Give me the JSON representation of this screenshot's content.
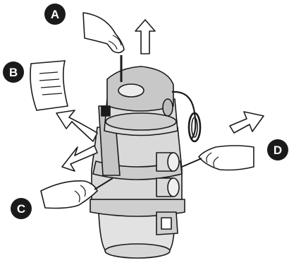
{
  "callouts": [
    {
      "letter": "A"
    },
    {
      "letter": "B"
    },
    {
      "letter": "C"
    },
    {
      "letter": "D"
    }
  ],
  "colors": {
    "ink": "#1a1a1a",
    "body_gray": "#d9d9d9",
    "lid_gray": "#c8c8c8",
    "background": "#ffffff"
  }
}
